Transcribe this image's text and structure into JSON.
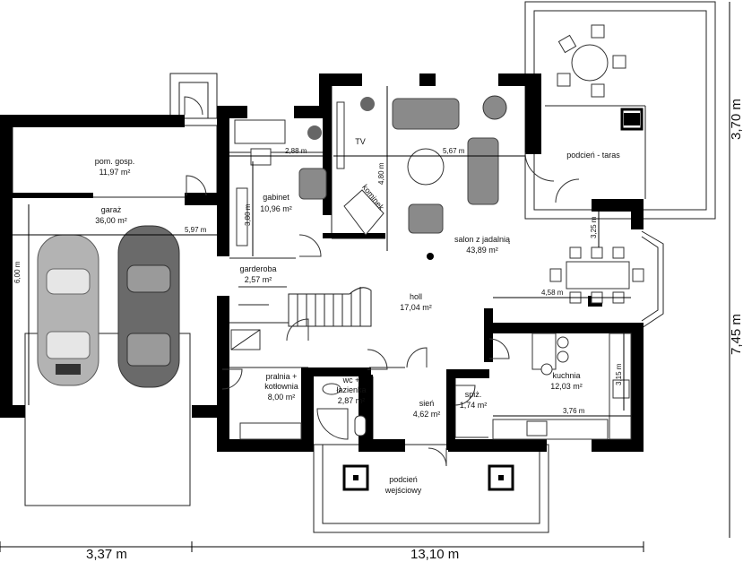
{
  "rooms": {
    "pom_gosp": {
      "name": "pom. gosp.",
      "area": "11,97 m²"
    },
    "garaz": {
      "name": "garaż",
      "area": "36,00 m²"
    },
    "gabinet": {
      "name": "gabinet",
      "area": "10,96 m²"
    },
    "garderoba": {
      "name": "garderoba",
      "area": "2,57 m²"
    },
    "pralnia": {
      "name1": "pralnia +",
      "name2": "kotłownia",
      "area": "8,00 m²"
    },
    "wc": {
      "name1": "wc +",
      "name2": "łazienka",
      "area": "2,87 m²"
    },
    "sien": {
      "name": "sień",
      "area": "4,62 m²"
    },
    "spiz": {
      "name": "spiż.",
      "area": "1,74 m²"
    },
    "kuchnia": {
      "name": "kuchnia",
      "area": "12,03 m²"
    },
    "holl": {
      "name": "holl",
      "area": "17,04 m²"
    },
    "salon": {
      "name": "salon z jadalnią",
      "area": "43,89 m²"
    },
    "podcien_taras": {
      "name": "podcień - taras"
    },
    "podcien_wejsciowy": {
      "name1": "podcień",
      "name2": "wejściowy"
    }
  },
  "labels": {
    "tv": "TV",
    "kominek": "kominek"
  },
  "dimensions": {
    "d_288": "2,88 m",
    "d_567": "5,67 m",
    "d_480": "4,80 m",
    "d_380": "3,80 m",
    "d_597": "5,97 m",
    "d_600": "6,00 m",
    "d_325": "3,25 m",
    "d_458": "4,58 m",
    "d_315": "3,15 m",
    "d_376": "3,76 m",
    "bottom_left": "3,37 m",
    "bottom_right": "13,10 m",
    "right_top": "3,70 m",
    "right_bottom": "7,45 m"
  }
}
